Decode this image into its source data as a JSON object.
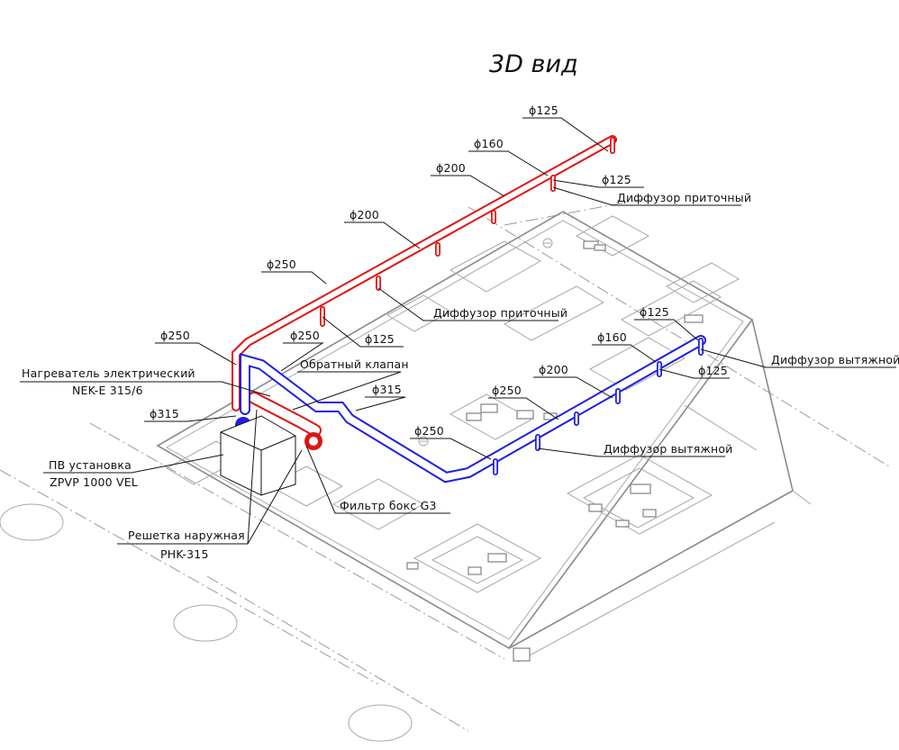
{
  "title": "3D вид",
  "colors": {
    "supply": "#e01414",
    "exhaust": "#1e1ee6",
    "plan": "#8a8a8a",
    "text": "#111111"
  },
  "labels": {
    "sup_d125_top": "ϕ125",
    "sup_d160": "ϕ160",
    "sup_d200_a": "ϕ200",
    "sup_d125_b": "ϕ125",
    "sup_diffuser_1": "Диффузор приточный",
    "sup_d200_b": "ϕ200",
    "sup_d250": "ϕ250",
    "sup_diffuser_2": "Диффузор приточный",
    "exh_d125_a": "ϕ125",
    "exh_d160": "ϕ160",
    "exh_diffuser_1": "Диффузор вытяжной",
    "exh_d125_b": "ϕ125",
    "exh_d200": "ϕ200",
    "exh_d250_a": "ϕ250",
    "exh_diffuser_2": "Диффузор вытяжной",
    "exh_d250_b": "ϕ250",
    "d250_left": "ϕ250",
    "d250_mid": "ϕ250",
    "d125_mid": "ϕ125",
    "check_valve": "Обратный клапан",
    "d315_right": "ϕ315",
    "heater_1": "Нагреватель электрический",
    "heater_2": "NEK-E 315/6",
    "d315_left": "ϕ315",
    "ahu_1": "ПВ установка",
    "ahu_2": "ZPVP 1000 VEL",
    "filter_box": "Фильтр бокс G3",
    "grille_1": "Решетка наружная",
    "grille_2": "PHK-315"
  }
}
